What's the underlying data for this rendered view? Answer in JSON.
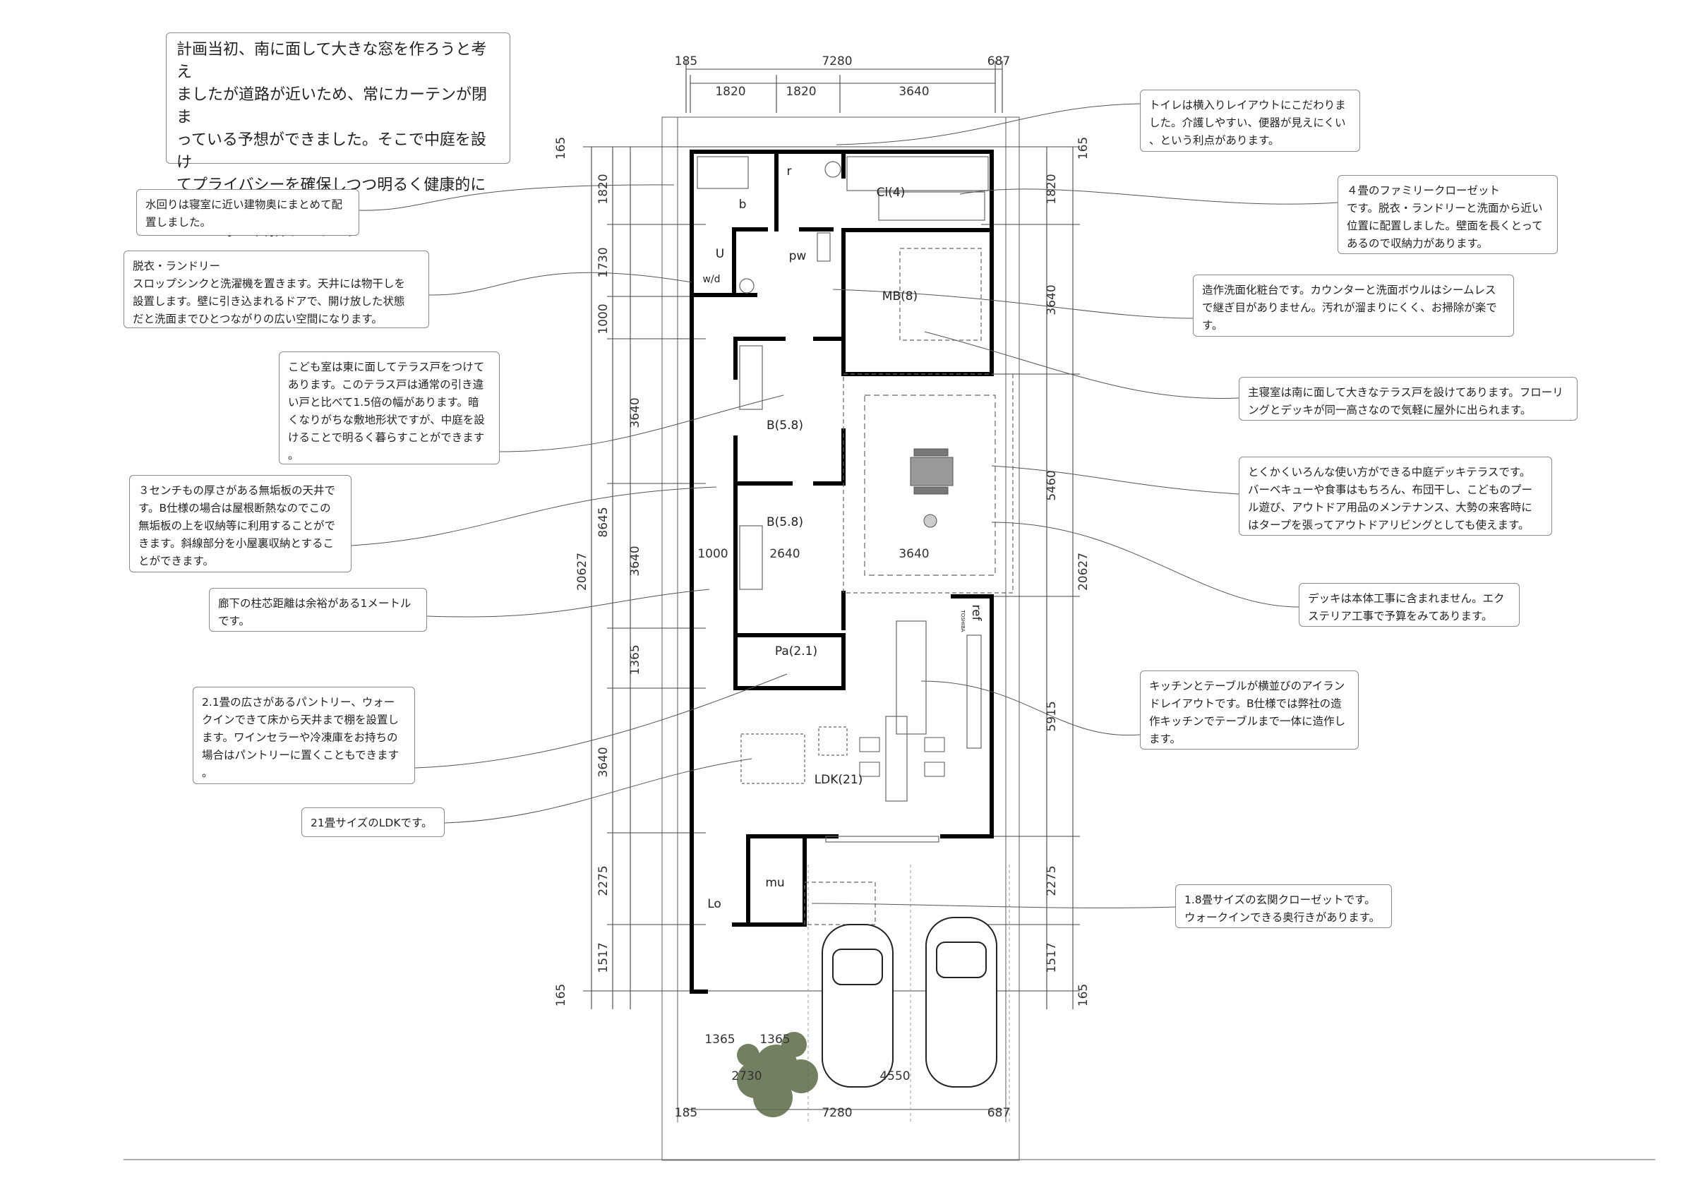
{
  "intro": "計画当初、南に面して大きな窓を作ろうと考え\nましたが道路が近いため、常にカーテンが閉ま\nっている予想ができました。そこで中庭を設け\nてプライバシーを確保しつつ明るく健康的に暮\nらせる家を目指しました。",
  "notes": {
    "water": "水回りは寝室に近い建物奥にまとめて配\n置しました。",
    "laundry": "脱衣・ランドリー\nスロップシンクと洗濯機を置きます。天井には物干しを\n設置します。壁に引き込まれるドアで、開け放した状態\nだと洗面までひとつながりの広い空間になります。",
    "kids_room": "こども室は東に面してテラス戸をつけて\nあります。このテラス戸は通常の引き違\nい戸と比べて1.5倍の幅があります。暗\nくなりがちな敷地形状ですが、中庭を設\nけることで明るく暮らすことができます\n。",
    "ceiling": "３センチもの厚さがある無垢板の天井で\nす。B仕様の場合は屋根断熱なのでこの\n無垢板の上を収納等に利用することがで\nきます。斜線部分を小屋裏収納とするこ\nとができます。",
    "corridor": "廊下の柱芯距離は余裕がある1メートル\nです。",
    "pantry": "2.1畳の広さがあるパントリー、ウォー\nクインできて床から天井まで棚を設置し\nます。ワインセラーや冷凍庫をお持ちの\n場合はパントリーに置くこともできます\n。",
    "ldk": "21畳サイズのLDKです。",
    "toilet": "トイレは横入りレイアウトにこだわりま\nした。介護しやすい、便器が見えにくい\n、という利点があります。",
    "closet": "４畳のファミリークローゼット\nです。脱衣・ランドリーと洗面から近い\n位置に配置しました。壁面を長くとって\nあるので収納力があります。",
    "vanity": "造作洗面化粧台です。カウンターと洗面ボウルはシームレス\nで継ぎ目がありません。汚れが溜まりにくく、お掃除が楽で\nす。",
    "master": "主寝室は南に面して大きなテラス戸を設けてあります。フローリ\nングとデッキが同一高さなので気軽に屋外に出られます。",
    "deck": "とくかくいろんな使い方ができる中庭デッキテラスです。\nバーベキューや食事はもちろん、布団干し、こどものプー\nル遊び、アウトドア用品のメンテナンス、大勢の来客時に\nはタープを張ってアウトドアリビングとしても使えます。",
    "deck_cost": "デッキは本体工事に含まれません。エク\nステリア工事で予算をみてあります。",
    "kitchen": "キッチンとテーブルが横並びのアイラン\nドレイアウトです。B仕様では弊社の造\n作キッチンでテーブルまで一体に造作し\nます。",
    "entrance_closet": "1.8畳サイズの玄関クローゼットです。\nウォークインできる奥行きがあります。"
  },
  "rooms": {
    "toilet": "r",
    "bath": "b",
    "laundry_u": "U",
    "washer": "w/d",
    "powder": "pw",
    "closet": "Cl(4)",
    "master": "MB(8)",
    "kids1": "B(5.8)",
    "kids2": "B(5.8)",
    "pantry": "Pa(2.1)",
    "ldk": "LDK(21)",
    "entry_storage": "mu",
    "entry": "Lo",
    "fridge": "ref",
    "fridge_brand": "TOSHIBA"
  },
  "dimensions": {
    "top_total": [
      "185",
      "7280",
      "687"
    ],
    "top_sub": [
      "1820",
      "1820",
      "3640"
    ],
    "left_outer_165_top": "165",
    "left_outer_165_bottom": "165",
    "left_total": "20627",
    "left_mid": "8645",
    "left_inner": [
      "1820",
      "1730",
      "1000"
    ],
    "left_inner2": [
      "3640",
      "3640",
      "1365",
      "3640",
      "2275",
      "1517"
    ],
    "right_total": "20627",
    "right_165_top": "165",
    "right_165_bottom": "165",
    "right_inner": [
      "1820",
      "3640",
      "5460",
      "5915",
      "2275",
      "1517"
    ],
    "interior_1000": "1000",
    "interior_2640": "2640",
    "interior_3640": "3640",
    "bottom_total": [
      "185",
      "7280",
      "687"
    ],
    "approach": [
      "1365",
      "1365",
      "2730",
      "4550"
    ]
  },
  "colors": {
    "wall": "#000000",
    "line": "#555555",
    "tree": "#5a6b46"
  }
}
